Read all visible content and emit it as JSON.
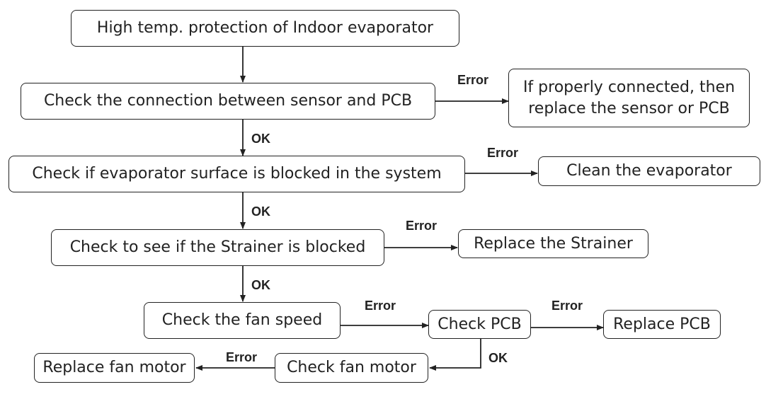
{
  "nodes": {
    "start": "High temp.  protection of Indoor evaporator",
    "check_connection": "Check the connection between sensor and PCB",
    "replace_sensor_line1": "If properly connected, then",
    "replace_sensor_line2": "replace the sensor or PCB",
    "check_evaporator": "Check if evaporator surface is blocked in the system",
    "clean_evaporator": "Clean the evaporator",
    "check_strainer": "Check to see if the Strainer is blocked",
    "replace_strainer": "Replace the Strainer",
    "check_fan_speed": "Check the fan speed",
    "check_pcb": "Check PCB",
    "replace_pcb": "Replace PCB",
    "check_fan_motor": "Check fan motor",
    "replace_fan_motor": "Replace fan motor"
  },
  "labels": {
    "error_1": "Error",
    "ok_1": "OK",
    "error_2": "Error",
    "ok_2": "OK",
    "error_3": "Error",
    "ok_3": "OK",
    "error_4": "Error",
    "error_5": "Error",
    "ok_4": "OK",
    "error_6": "Error"
  }
}
